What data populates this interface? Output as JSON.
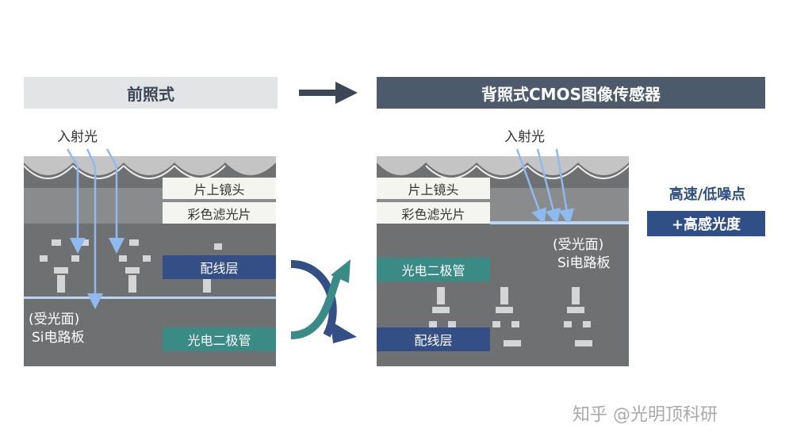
{
  "header_left": "前照式",
  "header_right": "背照式CMOS图像传感器",
  "left": {
    "incident_light": "入射光",
    "lens": "片上镜头",
    "filter": "彩色滤光片",
    "wiring": "配线层",
    "receive_face": "(受光面)",
    "si_board": "Si电路板",
    "photodiode": "光电二极管"
  },
  "right": {
    "incident_light": "入射光",
    "lens": "片上镜头",
    "filter": "彩色滤光片",
    "photodiode": "光电二极管",
    "receive_face": "(受光面)",
    "si_board": "Si电路板",
    "wiring": "配线层"
  },
  "feature1": "高速/低噪点",
  "feature2": "+高感光度",
  "watermark": "知乎 @光明顶科研",
  "colors": {
    "dark_blue": "#344f86",
    "teal": "#3a8a86",
    "light_ray": "#8fbaf0",
    "header_dark": "#4c5a6c"
  }
}
